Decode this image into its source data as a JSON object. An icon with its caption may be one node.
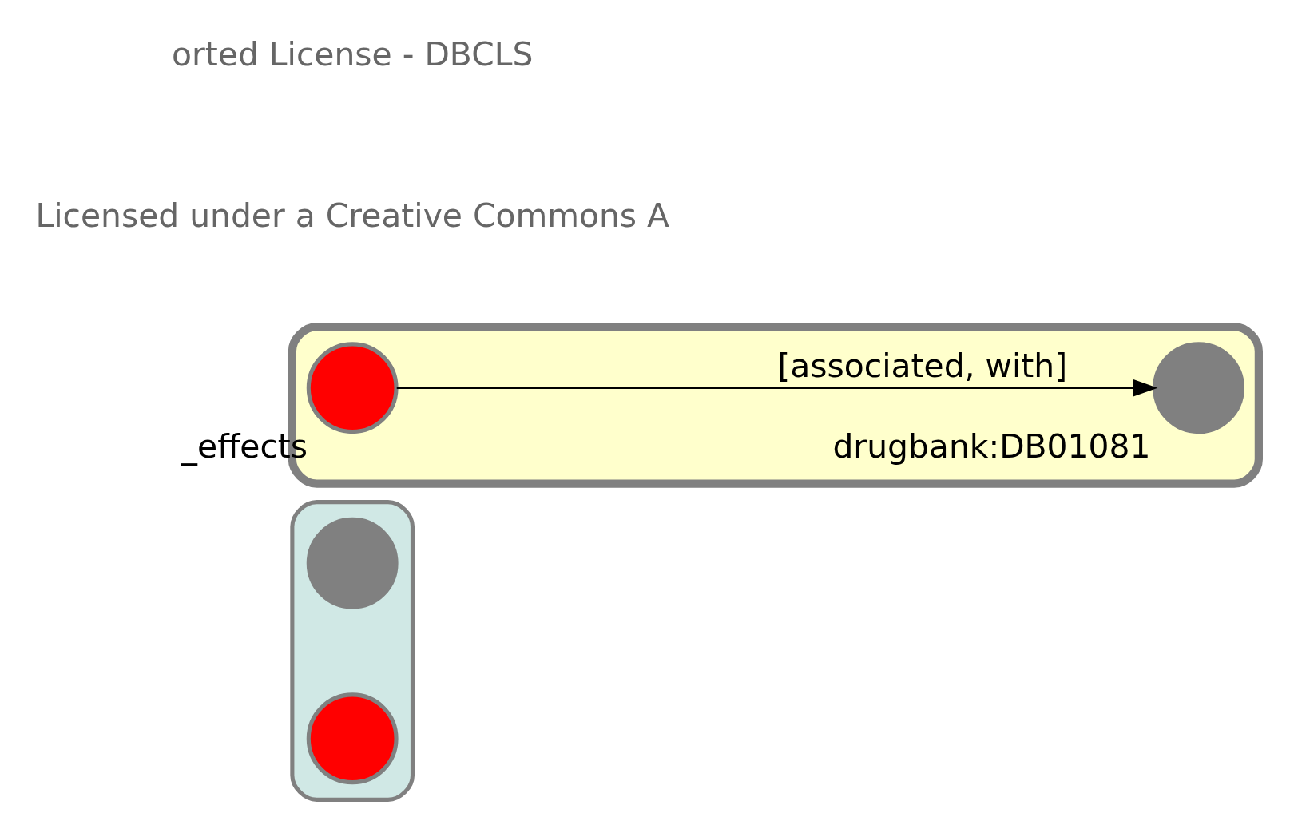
{
  "diagram": {
    "nodes": [
      {
        "text": [],
        "shape": "cloud"
      },
      {
        "text": [],
        "shape": "circle",
        "in": 0
      },
      {
        "text": [],
        "shape": "circle",
        "in": 0
      },
      {
        "text": [],
        "shape": "box"
      },
      {
        "text": [],
        "shape": "circle",
        "in": 3,
        "beside": [
          "_effects"
        ]
      },
      {
        "text": [],
        "shape": "circle",
        "in": 3,
        "beside": [
          "drugbank:DB01081"
        ]
      }
    ],
    "edges": [
      {
        "from": 4,
        "to": 5,
        "arrow": "to",
        "label": "[associated, with]"
      }
    ],
    "labels": [
      "Licensed under a Creative Commons A",
      "orted License - DBCLS"
    ]
  }
}
